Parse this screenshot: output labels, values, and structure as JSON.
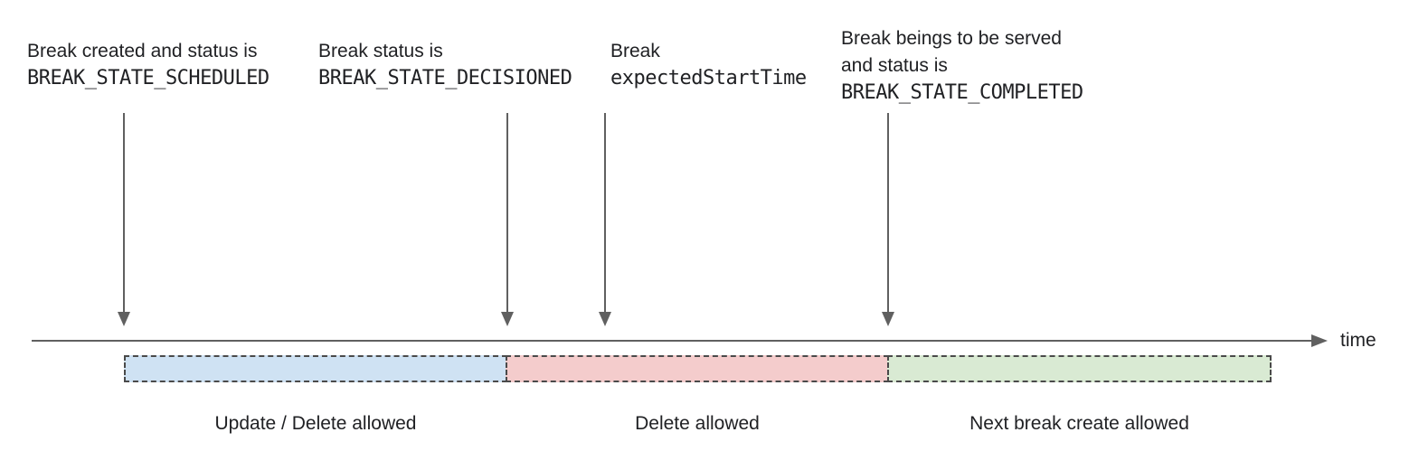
{
  "diagram": {
    "title_semantic": "break-state-timeline",
    "annotations": [
      {
        "line1": "Break created and status is",
        "code": "BREAK_STATE_SCHEDULED"
      },
      {
        "line1": "Break status is",
        "code": "BREAK_STATE_DECISIONED"
      },
      {
        "line1": "Break",
        "code": "expectedStartTime"
      },
      {
        "line1": "Break beings to be served",
        "line2": "and status is",
        "code": "BREAK_STATE_COMPLETED"
      }
    ],
    "axis": {
      "label": "time",
      "line_color": "#606060"
    },
    "segments": [
      {
        "label": "Update / Delete allowed",
        "fill": "#cfe2f3"
      },
      {
        "label": "Delete allowed",
        "fill": "#f4cccc"
      },
      {
        "label": "Next break create allowed",
        "fill": "#d9ead3"
      }
    ],
    "segment_border_color": "#4a4a4a",
    "text_color": "#202124"
  }
}
